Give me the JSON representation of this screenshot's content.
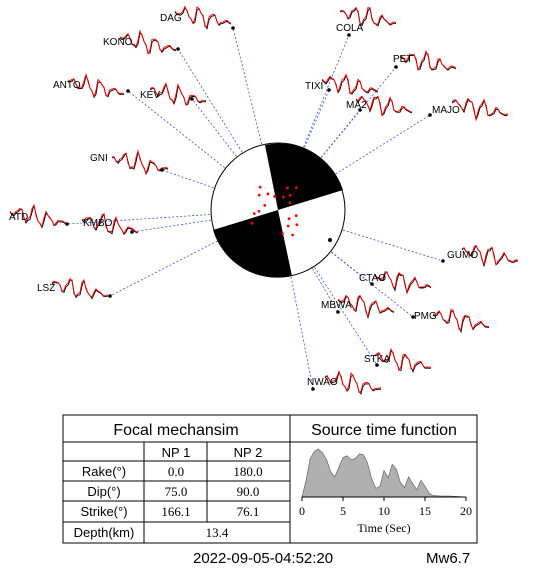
{
  "stations": [
    {
      "name": "DAG"
    },
    {
      "name": "KONO"
    },
    {
      "name": "ANTO"
    },
    {
      "name": "KEV"
    },
    {
      "name": "GNI"
    },
    {
      "name": "ATD"
    },
    {
      "name": "KMBO"
    },
    {
      "name": "LSZ"
    },
    {
      "name": "COLA"
    },
    {
      "name": "PET"
    },
    {
      "name": "TIXI"
    },
    {
      "name": "MA2"
    },
    {
      "name": "MAJO"
    },
    {
      "name": "GUMO"
    },
    {
      "name": "CTAO"
    },
    {
      "name": "MBWA"
    },
    {
      "name": "PMG"
    },
    {
      "name": "STKA"
    },
    {
      "name": "NWAO"
    }
  ],
  "table": {
    "focal_title": "Focal mechansim",
    "stf_title": "Source time function",
    "col_np1": "NP 1",
    "col_np2": "NP 2",
    "rows": [
      {
        "label": "Rake(°)",
        "np1": "0.0",
        "np2": "180.0"
      },
      {
        "label": "Dip(°)",
        "np1": "75.0",
        "np2": "90.0"
      },
      {
        "label": "Strike(°)",
        "np1": "166.1",
        "np2": "76.1"
      }
    ],
    "depth_label": "Depth(km)",
    "depth_value": "13.4"
  },
  "chart_data": {
    "type": "area",
    "title": "Source time function",
    "xlabel": "Time (Sec)",
    "ylabel": "",
    "xlim": [
      0,
      20
    ],
    "xticks": [
      0,
      5,
      10,
      15,
      20
    ],
    "x": [
      0,
      0.5,
      1,
      1.5,
      2,
      2.5,
      3,
      3.5,
      4,
      4.5,
      5,
      5.5,
      6,
      6.5,
      7,
      7.5,
      8,
      8.5,
      9,
      9.5,
      10,
      10.5,
      11,
      11.5,
      12,
      12.5,
      13,
      13.5,
      14,
      14.5,
      15,
      15.5,
      16,
      17,
      18,
      19,
      20
    ],
    "values": [
      0,
      0.35,
      0.8,
      0.95,
      1.0,
      0.92,
      0.78,
      0.52,
      0.42,
      0.62,
      0.82,
      0.86,
      0.78,
      0.8,
      0.9,
      0.88,
      0.7,
      0.38,
      0.18,
      0.22,
      0.55,
      0.4,
      0.68,
      0.58,
      0.3,
      0.2,
      0.42,
      0.28,
      0.15,
      0.35,
      0.22,
      0.08,
      0.03,
      0.02,
      0.02,
      0.01,
      0
    ],
    "fill_color": "#b0b0b0"
  },
  "event": {
    "datetime": "2022-09-05-04:52:20",
    "magnitude": "Mw6.7"
  },
  "colors": {
    "observed": "#000000",
    "synthetic": "#ff0000",
    "path": "#3355dd",
    "beachball": "#000000"
  }
}
